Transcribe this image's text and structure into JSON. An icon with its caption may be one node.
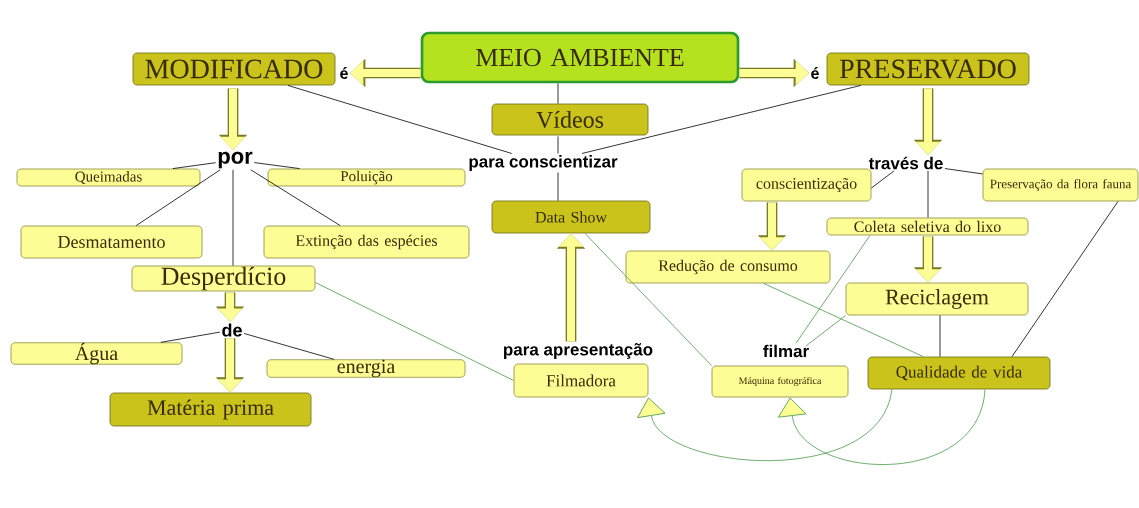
{
  "diagram": {
    "nodes": [
      {
        "text": [
          "MEIO AMBIENTE"
        ]
      },
      {
        "text": [
          "MODIFICADO"
        ]
      },
      {
        "text": [
          "PRESERVADO"
        ]
      },
      {
        "text": [
          "é"
        ]
      },
      {
        "text": [
          "é"
        ]
      },
      {
        "text": [
          "Vídeos"
        ]
      },
      {
        "text": [
          "por"
        ]
      },
      {
        "text": [
          "Queimadas"
        ]
      },
      {
        "text": [
          "Poluição"
        ]
      },
      {
        "text": [
          "Desmatamento"
        ]
      },
      {
        "text": [
          "Extinção das espécies"
        ]
      },
      {
        "text": [
          "Desperdício"
        ]
      },
      {
        "text": [
          "de"
        ]
      },
      {
        "text": [
          "Água"
        ]
      },
      {
        "text": [
          "energia"
        ]
      },
      {
        "text": [
          "Matéria prima"
        ]
      },
      {
        "text": [
          "para conscientizar"
        ]
      },
      {
        "text": [
          "Data Show"
        ]
      },
      {
        "text": [
          "para apresentação"
        ]
      },
      {
        "text": [
          "Filmadora"
        ]
      },
      {
        "text": [
          "través de"
        ]
      },
      {
        "text": [
          "conscientização"
        ]
      },
      {
        "text": [
          "Preservação da flora fauna"
        ]
      },
      {
        "text": [
          "Coleta seletiva do lixo"
        ]
      },
      {
        "text": [
          "Redução de consumo"
        ]
      },
      {
        "text": [
          "Reciclagem"
        ]
      },
      {
        "text": [
          "filmar"
        ]
      },
      {
        "text": [
          "Máquina fotográfica"
        ]
      },
      {
        "text": [
          "Qualidade de vida"
        ]
      }
    ],
    "edges": [
      {
        "from": 0,
        "to": 3,
        "arrow": "to",
        "style": "thick",
        "color": "#fdfd96"
      },
      {
        "from": 0,
        "to": 4,
        "arrow": "to",
        "style": "thick",
        "color": "#fdfd96"
      },
      {
        "from": 0,
        "to": 5,
        "arrow": "none"
      },
      {
        "from": 1,
        "to": 16,
        "arrow": "none"
      },
      {
        "from": 2,
        "to": 16,
        "arrow": "none"
      },
      {
        "from": 5,
        "to": 16,
        "arrow": "none"
      },
      {
        "from": 16,
        "to": 17,
        "arrow": "none"
      },
      {
        "from": 1,
        "to": 6,
        "arrow": "to",
        "style": "thick",
        "color": "#fdfd96"
      },
      {
        "from": 6,
        "to": 7,
        "arrow": "none"
      },
      {
        "from": 6,
        "to": 8,
        "arrow": "none"
      },
      {
        "from": 6,
        "to": 9,
        "arrow": "none"
      },
      {
        "from": 6,
        "to": 10,
        "arrow": "none"
      },
      {
        "from": 6,
        "to": 11,
        "arrow": "none"
      },
      {
        "from": 11,
        "to": 12,
        "arrow": "to",
        "style": "thick",
        "color": "#fdfd96"
      },
      {
        "from": 12,
        "to": 13,
        "arrow": "none"
      },
      {
        "from": 12,
        "to": 14,
        "arrow": "none"
      },
      {
        "from": 12,
        "to": 15,
        "arrow": "to",
        "style": "thick",
        "color": "#fdfd96"
      },
      {
        "from": 11,
        "to": 19,
        "arrow": "none",
        "color": "#4a9a4a"
      },
      {
        "from": 18,
        "to": 17,
        "arrow": "to",
        "style": "thick",
        "color": "#fdfd96"
      },
      {
        "from": 17,
        "to": 27,
        "arrow": "none",
        "color": "#4a9a4a"
      },
      {
        "from": 2,
        "to": 20,
        "arrow": "to",
        "style": "thick",
        "color": "#fdfd96"
      },
      {
        "from": 20,
        "to": 21,
        "arrow": "none"
      },
      {
        "from": 20,
        "to": 22,
        "arrow": "none"
      },
      {
        "from": 20,
        "to": 23,
        "arrow": "none"
      },
      {
        "from": 21,
        "to": 24,
        "arrow": "to",
        "style": "thick",
        "color": "#fdfd96"
      },
      {
        "from": 23,
        "to": 25,
        "arrow": "to",
        "style": "thick",
        "color": "#fdfd96"
      },
      {
        "from": 23,
        "to": 26,
        "arrow": "none",
        "color": "#4a9a4a"
      },
      {
        "from": 25,
        "to": 26,
        "arrow": "none",
        "color": "#4a9a4a"
      },
      {
        "from": 24,
        "to": 28,
        "arrow": "none",
        "color": "#4a9a4a"
      },
      {
        "from": 25,
        "to": 28,
        "arrow": "none"
      },
      {
        "from": 22,
        "to": 28,
        "arrow": "none"
      },
      {
        "from": 28,
        "to": 19,
        "arrow": "to",
        "color": "#4a9a4a"
      },
      {
        "from": 28,
        "to": 27,
        "arrow": "to",
        "color": "#4a9a4a"
      }
    ]
  }
}
